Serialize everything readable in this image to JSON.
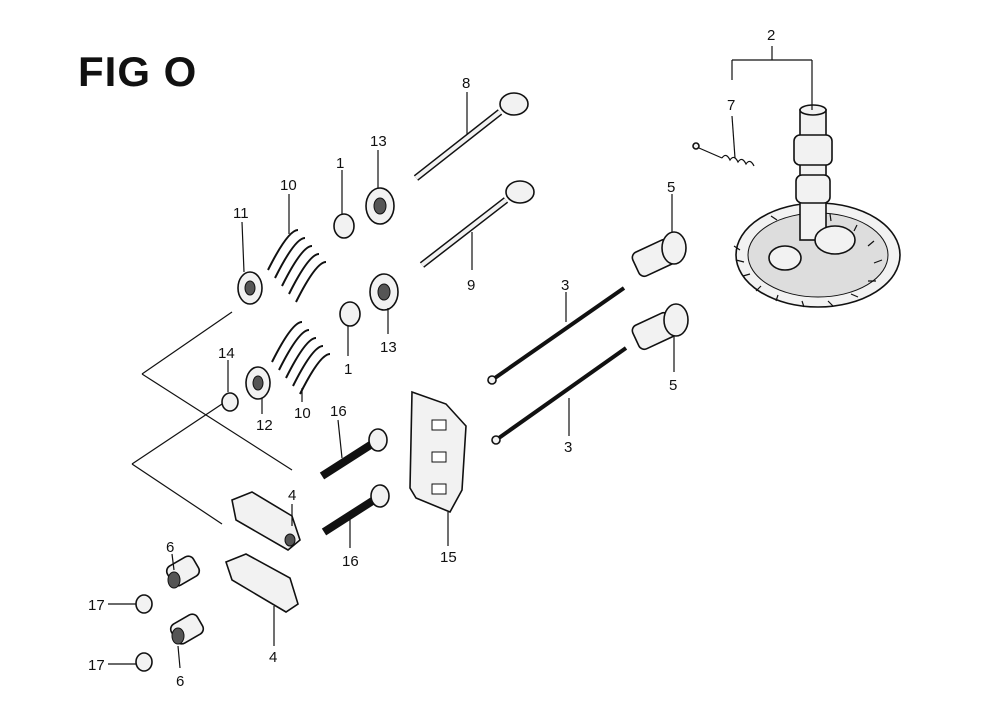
{
  "figure": {
    "title": "FIG O"
  },
  "callouts": [
    "1",
    "1",
    "2",
    "3",
    "3",
    "4",
    "4",
    "5",
    "5",
    "6",
    "6",
    "7",
    "8",
    "9",
    "10",
    "10",
    "11",
    "12",
    "13",
    "13",
    "14",
    "15",
    "16",
    "16",
    "17",
    "17"
  ]
}
